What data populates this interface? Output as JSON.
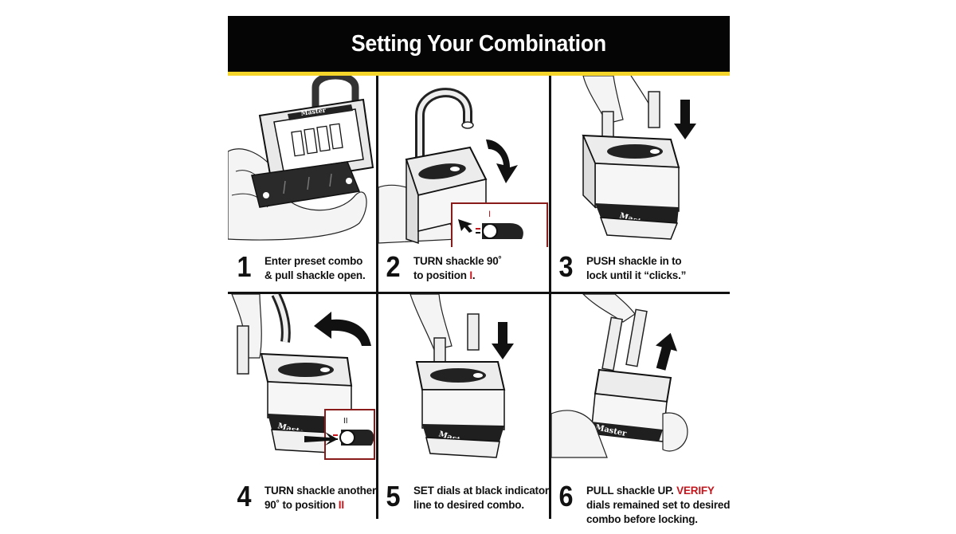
{
  "title": "Setting Your Combination",
  "colors": {
    "banner": "#050505",
    "accent_stripe": "#f6d52a",
    "highlight_red": "#c4161c"
  },
  "brand_text": "Master",
  "steps": [
    {
      "number": "1",
      "line1": "Enter preset combo",
      "line2": "& pull shackle open.",
      "image": "hand-holding-open-combination-padlock"
    },
    {
      "number": "2",
      "line1": "TURN shackle 90˚",
      "line2_prefix": "to position ",
      "line2_highlight": "I",
      "line2_suffix": ".",
      "image": "shackle-rotate-90-with-position-inset",
      "inset_mark": "I"
    },
    {
      "number": "3",
      "line1": "PUSH shackle in to",
      "line2": "lock until it “clicks.”",
      "image": "push-shackle-down-into-lock"
    },
    {
      "number": "4",
      "line1": "TURN shackle another",
      "line2_prefix": "90˚ to position ",
      "line2_highlight": "II",
      "image": "shackle-rotate-another-90-with-position-inset",
      "inset_mark": "II"
    },
    {
      "number": "5",
      "line1": "SET dials at black indicator",
      "line2": "line to desired combo.",
      "image": "push-shackle-set-dials"
    },
    {
      "number": "6",
      "line1_prefix": "PULL shackle UP. ",
      "line1_highlight": "VERIFY",
      "line2": "dials remained set to desired",
      "line3": "combo before locking.",
      "image": "pull-shackle-up-verify"
    }
  ]
}
